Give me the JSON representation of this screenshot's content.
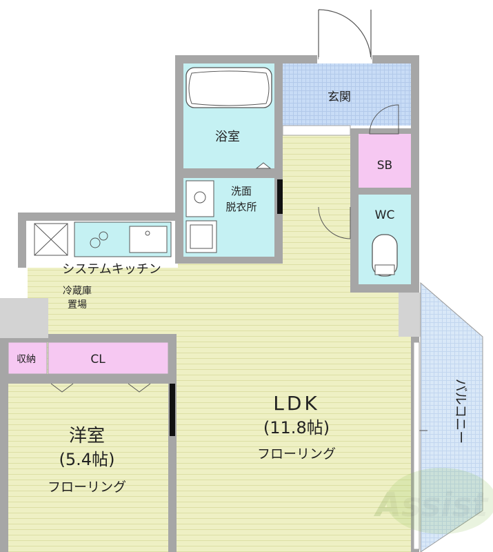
{
  "rooms": {
    "genkan": "玄関",
    "bath": "浴室",
    "sb": "SB",
    "wash_line1": "洗面",
    "wash_line2": "脱衣所",
    "wc": "WC",
    "kitchen": "システムキッチン",
    "fridge_line1": "冷蔵庫",
    "fridge_line2": "置場",
    "storage": "収納",
    "cl": "CL",
    "ldk_name": "LDK",
    "ldk_size": "(11.8帖)",
    "ldk_floor": "フローリング",
    "western_name": "洋室",
    "western_size": "(5.4帖)",
    "western_floor": "フローリング",
    "balcony": "バルコニー"
  },
  "watermark": "Assist",
  "colors": {
    "wall": "#a6a6a6",
    "floor": "#eef0c4",
    "floor_line": "#dcdfa4",
    "tile_blue": "#c8dcf6",
    "bath": "#c5f1f3",
    "closet": "#f6c8f2",
    "pillar": "#d3d3d3",
    "balcony": "#d7e6f8"
  }
}
